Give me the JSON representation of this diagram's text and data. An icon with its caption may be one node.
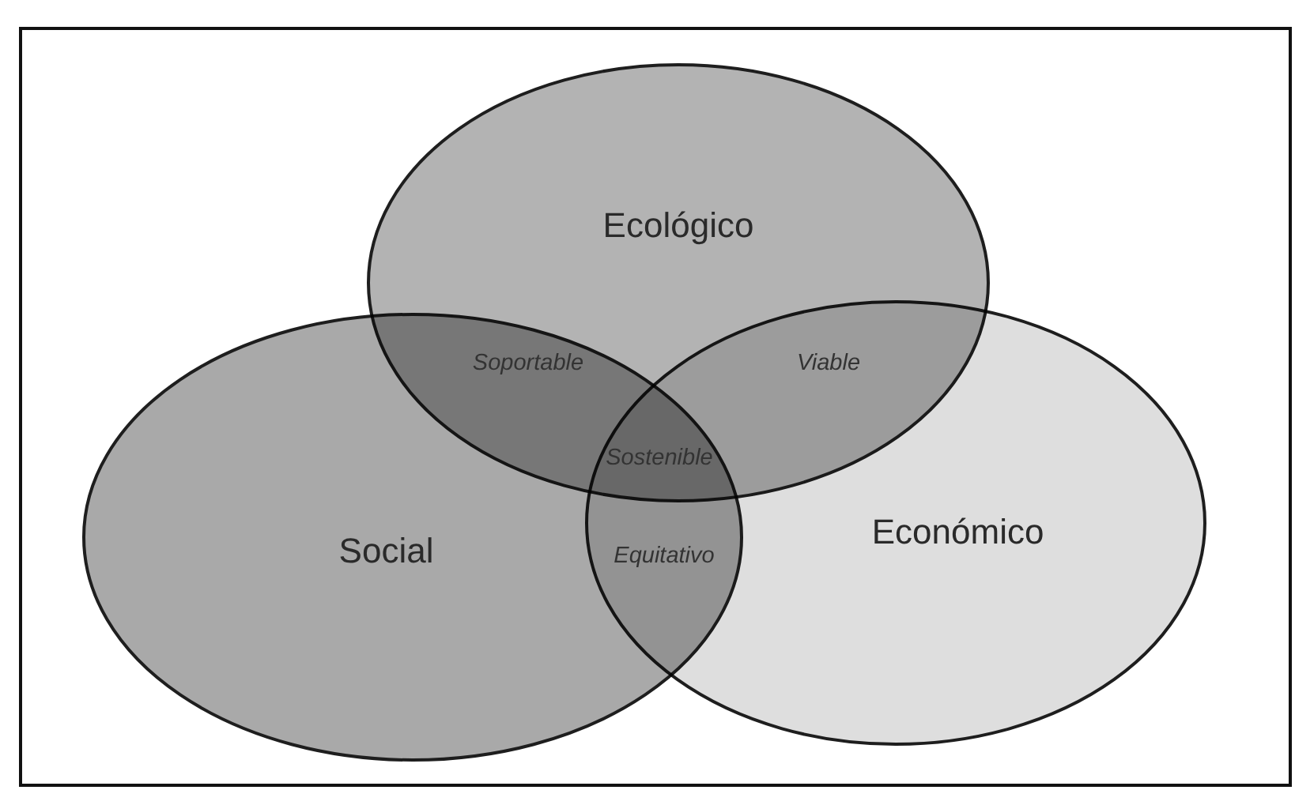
{
  "diagram": {
    "nodes": [
      {
        "text": [
          "Ecológico"
        ]
      },
      {
        "text": [
          "Social"
        ]
      },
      {
        "text": [
          "Económico"
        ]
      }
    ],
    "labels": [
      "Soportable",
      "Viable",
      "Sostenible",
      "Equitativo"
    ]
  }
}
